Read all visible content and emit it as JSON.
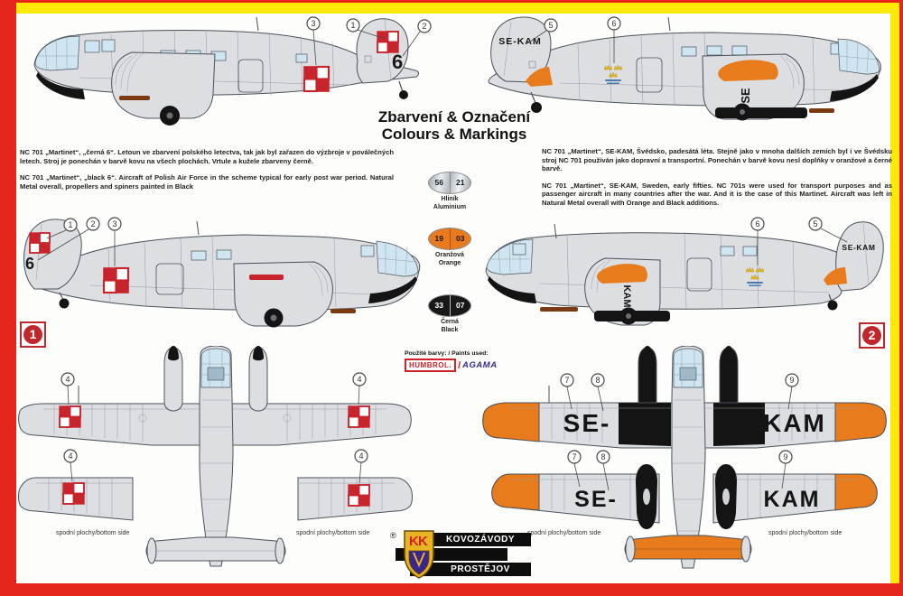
{
  "palette": {
    "frame_red": "#e6251c",
    "frame_yellow": "#fde905",
    "checker_red": "#c8242c",
    "orange": "#e87c1c",
    "black": "#181818",
    "aluminium": "#d7dadd"
  },
  "title": {
    "line_cs": "Zbarvení & Označení",
    "line_en": "Colours & Markings"
  },
  "variant1": {
    "marker": "1",
    "tail_code": "6",
    "desc_cs": "NC 701 „Martinet“, „černá 6“. Letoun ve zbarvení polského letectva, tak jak byl zařazen do výzbroje v poválečných letech. Stroj je ponechán v barvě kovu na všech plochách. Vrtule a kužele zbarveny černě.",
    "desc_en": "NC 701 „Martinet“, „black 6“. Aircraft of Polish Air Force in the scheme typical for early post war period. Natural Metal overall, propellers and spiners painted in Black"
  },
  "variant2": {
    "marker": "2",
    "registration": "SE-KAM",
    "reg_wing_left": "SE-",
    "reg_wing_right": "KAM",
    "reg_nacelle_top": "SE",
    "reg_nacelle_side": "KAM",
    "desc_cs": "NC 701 „Martinet“, SE-KAM, Švédsko, padesátá léta. Stejně jako v mnoha dalších zemích byl i ve Švédsku stroj NC 701 používán jako dopravní a transportní. Ponechán v barvě kovu nesl doplňky v oranžové a černé barvě.",
    "desc_en": "NC 701 „Martinet“, SE-KAM, Sweden, early fifties. NC 701s were used for transport purposes and as passenger aircraft in many countries after the war. And it is the case of this Martinet. Aircraft was left in Natural Metal overall with Orange and Black additions."
  },
  "callouts": {
    "n1": "1",
    "n2": "2",
    "n3": "3",
    "n4": "4",
    "n5": "5",
    "n6": "6",
    "n7": "7",
    "n8": "8",
    "n9": "9"
  },
  "paints": {
    "heading": "Použité barvy: / Paints used:",
    "brand_humbrol": "HUMBROL.",
    "brand_agama": "AGAMA",
    "swatches": [
      {
        "humbrol": "56",
        "agama": "21",
        "name_cs": "Hliník",
        "name_en": "Aluminium"
      },
      {
        "humbrol": "19",
        "agama": "03",
        "name_cs": "Oranžová",
        "name_en": "Orange"
      },
      {
        "humbrol": "33",
        "agama": "07",
        "name_cs": "Černá",
        "name_en": "Black"
      }
    ]
  },
  "footnote_bottom_side": "spodní plochy/bottom side",
  "logo": {
    "registered": "®",
    "line1": "KOVOZÁVODY",
    "line2": "PROSTĚJOV"
  }
}
